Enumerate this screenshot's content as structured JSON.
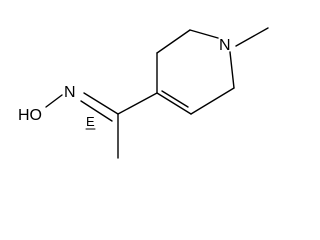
{
  "molecule": {
    "atoms": {
      "N_ring": "N",
      "N_oxime": "N",
      "O_hydroxyl": "HO"
    },
    "stereo_descriptor": "E"
  },
  "colors": {
    "bond": "#000000",
    "background": "#ffffff"
  }
}
